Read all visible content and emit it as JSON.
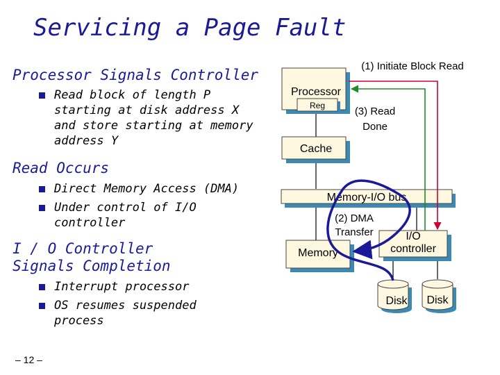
{
  "slide": {
    "title": "Servicing a Page Fault",
    "page_number": "– 12 –"
  },
  "left": {
    "section1": {
      "heading": "Processor Signals Controller",
      "bullets": [
        "Read block of length P starting at disk address X and store starting at memory address Y"
      ]
    },
    "section2": {
      "heading": "Read Occurs",
      "bullets": [
        "Direct Memory Access (DMA)",
        "Under control of I/O controller"
      ]
    },
    "section3": {
      "heading": "I / O Controller Signals Completion",
      "bullets": [
        "Interrupt processor",
        "OS resumes suspended process"
      ]
    }
  },
  "diagram": {
    "processor": "Processor",
    "reg": "Reg",
    "cache": "Cache",
    "bus": "Memory-I/O bus",
    "memory": "Memory",
    "io_controller_line1": "I/O",
    "io_controller_line2": "controller",
    "disk1": "Disk",
    "disk2": "Disk",
    "label_initiate": "(1) Initiate Block Read",
    "label_dma_line1": "(2) DMA",
    "label_dma_line2": "Transfer",
    "label_done_line1": "(3) Read",
    "label_done_line2": "Done",
    "colors": {
      "box_fill": "#fff8e0",
      "shadow": "#3c8ab4",
      "read_arrow": "#cc0033",
      "dma_arrow": "#1a1a99",
      "done_arrow": "#1e8a2a",
      "text": "#1a1a99"
    }
  }
}
